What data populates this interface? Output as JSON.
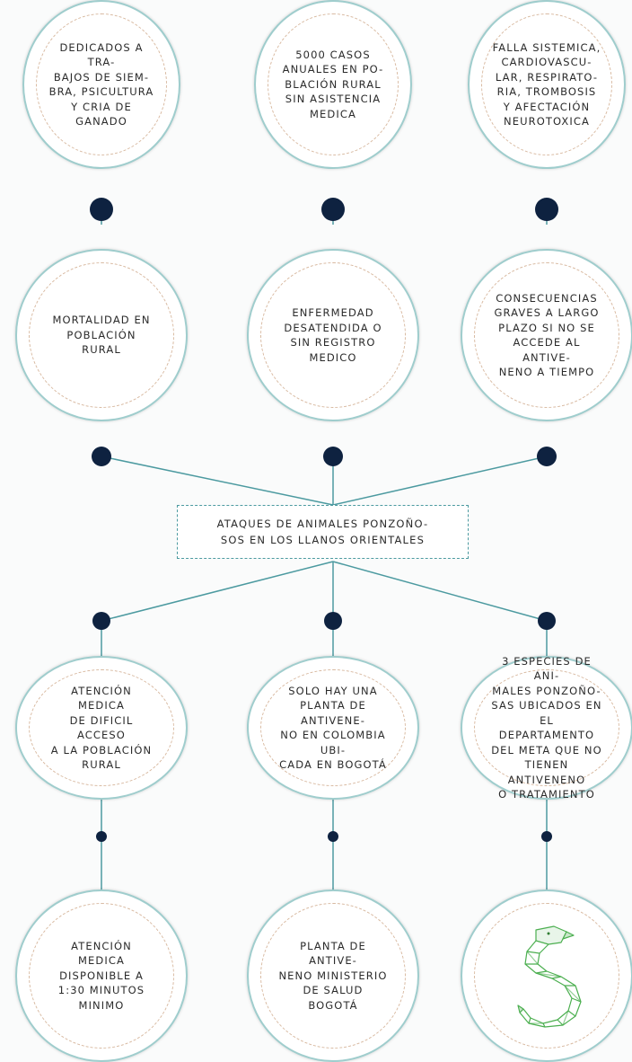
{
  "center": {
    "label": "ATAQUES DE ANIMALES PONZOÑO-\nSOS EN LOS LLANOS ORIENTALES"
  },
  "top_row": [
    {
      "text": "DEDICADOS A TRA-\nBAJOS DE SIEM-\nBRA, PSICULTURA\nY CRIA DE\nGANADO"
    },
    {
      "text": "5000 CASOS\nANUALES EN PO-\nBLACIÓN RURAL\nSIN ASISTENCIA\nMEDICA"
    },
    {
      "text": "FALLA SISTEMICA,\nCARDIOVASCU-\nLAR, RESPIRATO-\nRIA, TROMBOSIS\nY AFECTACIÓN\nNEUROTOXICA"
    }
  ],
  "second_row": [
    {
      "text": "MORTALIDAD EN\nPOBLACIÓN RURAL"
    },
    {
      "text": "ENFERMEDAD\nDESATENDIDA O\nSIN REGISTRO\nMEDICO"
    },
    {
      "text": "CONSECUENCIAS\nGRAVES A LARGO\nPLAZO SI NO SE\nACCEDE AL ANTIVE-\nNENO A TIEMPO"
    }
  ],
  "third_row": [
    {
      "text": "ATENCIÓN MEDICA\nDE DIFICIL ACCESO\nA LA POBLACIÓN\nRURAL"
    },
    {
      "text": "SOLO HAY UNA\nPLANTA DE ANTIVENE-\nNO EN COLOMBIA UBI-\nCADA EN BOGOTÁ"
    },
    {
      "text": "3 ESPECIES DE ANI-\nMALES PONZOÑO-\nSAS UBICADOS EN\nEL DEPARTAMENTO\nDEL META QUE NO\nTIENEN ANTIVENENO\nO TRATAMIENTO"
    }
  ],
  "bottom_row": [
    {
      "text": "ATENCIÓN MEDICA\nDISPONIBLE A\n1:30 MINUTOS\nMINIMO"
    },
    {
      "text": "PLANTA DE ANTIVE-\nNENO MINISTERIO\nDE SALUD BOGOTÁ"
    },
    {
      "icon": "snake-icon"
    }
  ],
  "colors": {
    "circle_border": "#9fcdcd",
    "inner_dash": "#d8b9a0",
    "connector_dot": "#0e2240",
    "connector_line": "#4c9aa0",
    "snake": "#4caf50"
  }
}
